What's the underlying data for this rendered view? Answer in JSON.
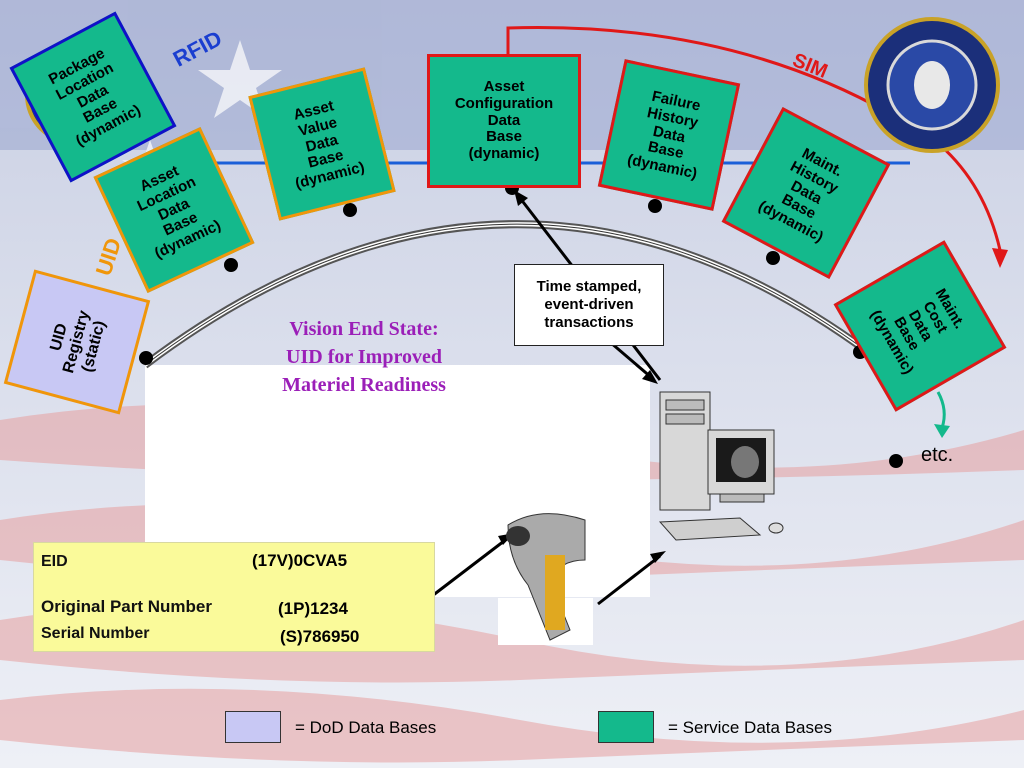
{
  "colors": {
    "service_fill": "#14b98c",
    "dod_fill": "#c8c8f4",
    "red_border": "#e01818",
    "orange_border": "#f0960a",
    "blue_border": "#1010c8",
    "vision_text": "#9b1fb8",
    "label_card": "#fafa9a"
  },
  "labels": {
    "rfid": "RFID",
    "uid": "UID",
    "sim": "SIM"
  },
  "boxes": {
    "package_location": "Package\nLocation\nData\nBase\n(dynamic)",
    "asset_location": "Asset\nLocation\nData\nBase\n(dynamic)",
    "asset_value": "Asset\nValue\nData\nBase\n(dynamic)",
    "asset_configuration": "Asset\nConfiguration\nData\nBase\n(dynamic)",
    "failure_history": "Failure\nHistory\nData\nBase\n(dynamic)",
    "maint_history": "Maint.\nHistory\nData\nBase\n(dynamic)",
    "maint_cost": "Maint.\nCost\nData\nBase\n(dynamic)",
    "uid_registry": "UID\nRegistry\n(static)"
  },
  "callout": "Time stamped,\nevent-driven\ntransactions",
  "vision": "Vision End State:\nUID for Improved\nMateriel Readiness",
  "etc": "etc.",
  "label_card": {
    "eid_name": "EID",
    "eid_value": "(17V)0CVA5",
    "part_name": "Original Part Number",
    "part_value": "(1P)1234",
    "serial_name": "Serial Number",
    "serial_value": "(S)786950"
  },
  "legend": {
    "dod": "= DoD Data Bases",
    "service": "= Service Data Bases"
  },
  "icons": [
    "dod-seal-icon",
    "flag-background",
    "barcode-scanner-icon",
    "computer-workstation-icon",
    "data-matrix-icon"
  ]
}
